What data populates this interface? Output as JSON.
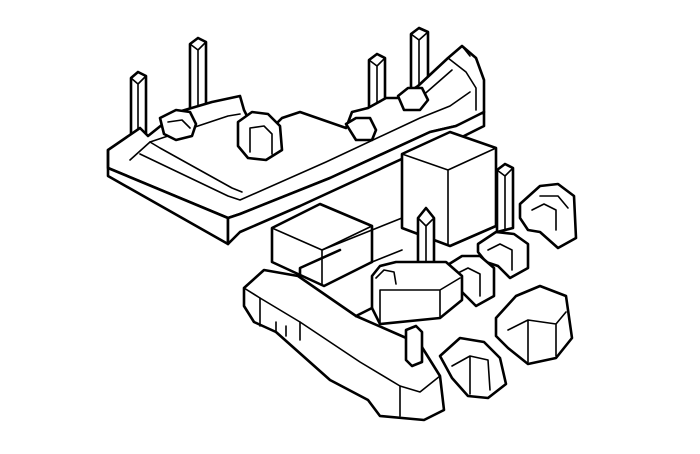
{
  "drawing": {
    "kind": "line-art",
    "subject_parts": [
      "base-frame",
      "core-window-block",
      "bottom-mounting-rail",
      "terminal-pins",
      "pin-clips"
    ],
    "stroke_color": "#000000",
    "background_color": "#ffffff"
  }
}
